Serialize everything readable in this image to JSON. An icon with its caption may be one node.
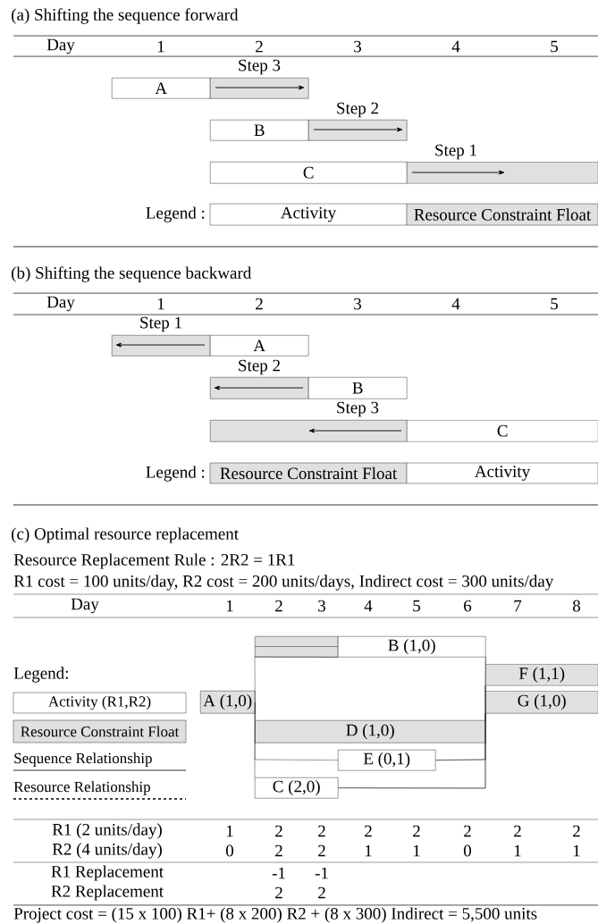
{
  "diagram": {
    "nodes": [
      {
        "text": [
          "A"
        ]
      },
      {
        "text": [],
        "shape": "bar",
        "beside": [
          "Step 3"
        ]
      },
      {
        "text": [
          "B"
        ]
      },
      {
        "text": [],
        "shape": "bar",
        "beside": [
          "Step 2"
        ]
      },
      {
        "text": [
          "C"
        ]
      },
      {
        "text": [],
        "shape": "bar",
        "beside": [
          "Step 1"
        ]
      },
      {
        "text": [],
        "shape": "bar",
        "beside": [
          "Step 1"
        ]
      },
      {
        "text": [
          "A"
        ]
      },
      {
        "text": [],
        "shape": "bar",
        "beside": [
          "Step 2"
        ]
      },
      {
        "text": [
          "B"
        ]
      },
      {
        "text": [],
        "shape": "bar",
        "beside": [
          "Step 3"
        ]
      },
      {
        "text": [
          "C"
        ]
      },
      {
        "text": [],
        "shape": "bar"
      },
      {
        "text": [
          "B (1,0)"
        ]
      },
      {
        "text": [
          "F (1,1)"
        ]
      },
      {
        "text": [
          "A (1,0)"
        ]
      },
      {
        "text": [
          "G (1,0)"
        ]
      },
      {
        "text": [
          "D (1,0)"
        ]
      },
      {
        "text": [
          "E (0,1)"
        ]
      },
      {
        "text": [
          "C (2,0)"
        ]
      }
    ],
    "edges": [
      {
        "from": 15,
        "to": 13,
        "arrow": "none"
      },
      {
        "from": 15,
        "to": 17,
        "arrow": "none"
      },
      {
        "from": 15,
        "to": 18,
        "arrow": "none"
      },
      {
        "from": 15,
        "to": 19,
        "arrow": "none"
      },
      {
        "from": 13,
        "to": 14,
        "arrow": "none"
      },
      {
        "from": 13,
        "to": 16,
        "arrow": "none"
      },
      {
        "from": 17,
        "to": 14,
        "arrow": "none"
      },
      {
        "from": 17,
        "to": 16,
        "arrow": "none"
      },
      {
        "from": 18,
        "to": 14,
        "arrow": "none"
      },
      {
        "from": 18,
        "to": 16,
        "arrow": "none"
      },
      {
        "from": 19,
        "to": 14,
        "arrow": "none"
      },
      {
        "from": 19,
        "to": 16,
        "arrow": "none"
      }
    ],
    "labels": [
      "(a) Shifting the sequence forward",
      "Day",
      "1",
      "2",
      "3",
      "4",
      "5",
      "Legend :",
      "(b) Shifting the sequence backward",
      "Day",
      "1",
      "2",
      "3",
      "4",
      "5",
      "Legend :",
      "(c) Optimal resource replacement",
      "Resource Replacement Rule : 2R2 = 1R1",
      "R1 cost = 100 units/day, R2 cost = 200 units/days, Indirect cost = 300 units/day",
      "Day",
      "1",
      "2",
      "3",
      "4",
      "5",
      "6",
      "7",
      "8",
      "Legend:",
      "R1 (2 units/day)",
      "1",
      "2",
      "2",
      "2",
      "2",
      "2",
      "2",
      "2",
      "R2 (4 units/day)",
      "0",
      "2",
      "2",
      "1",
      "1",
      "0",
      "1",
      "1",
      "R1 Replacement",
      "-1",
      "-1",
      "R2 Replacement",
      "2",
      "2",
      "Project cost = (15 x 100) R1+ (8 x 200) R2 + (8 x 300) Indirect = 5,500 units"
    ],
    "legend": [
      {
        "text": "Activity"
      },
      {
        "text": "Resource Constraint Float",
        "color": "#e0e0e0"
      },
      {
        "text": "Resource Constraint Float",
        "color": "#e0e0e0"
      },
      {
        "text": "Activity"
      },
      {
        "text": "Activity (R1,R2)"
      },
      {
        "text": "Resource Constraint Float",
        "color": "#e0e0e0"
      },
      {
        "text": "Sequence Relationship"
      },
      {
        "text": "Resource Relationship"
      }
    ]
  }
}
